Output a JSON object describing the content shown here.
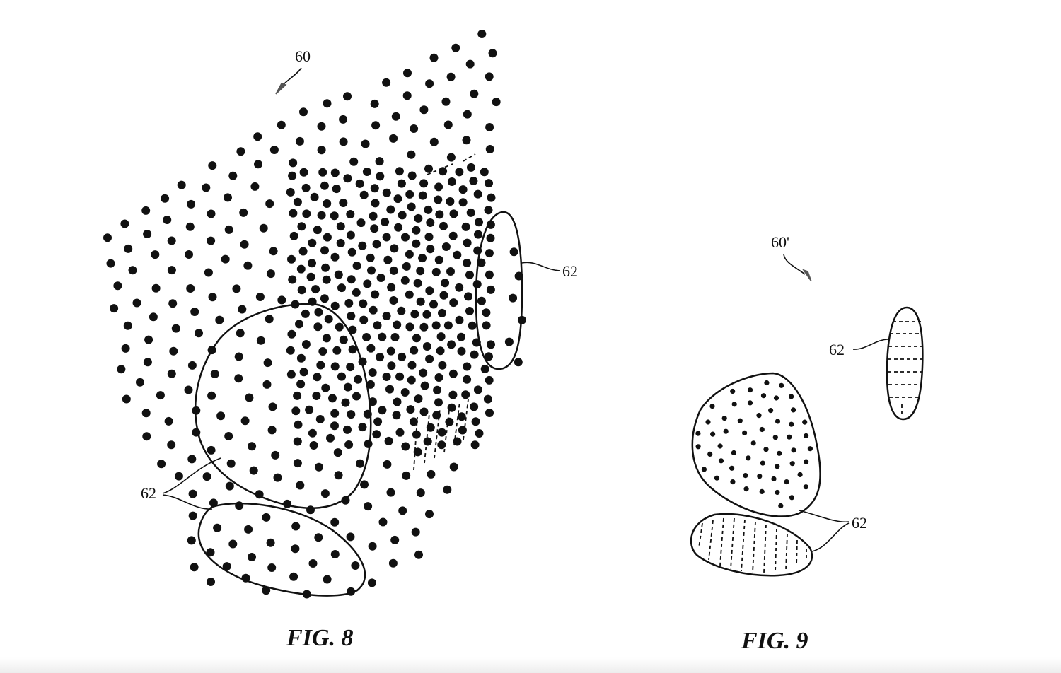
{
  "fig8": {
    "caption": "FIG. 8",
    "ref_main": "60",
    "ref_region_right": "62",
    "ref_region_bottom": "62"
  },
  "fig9": {
    "caption": "FIG. 9",
    "ref_main": "60'",
    "ref_region_right": "62",
    "ref_region_bottom": "62"
  }
}
